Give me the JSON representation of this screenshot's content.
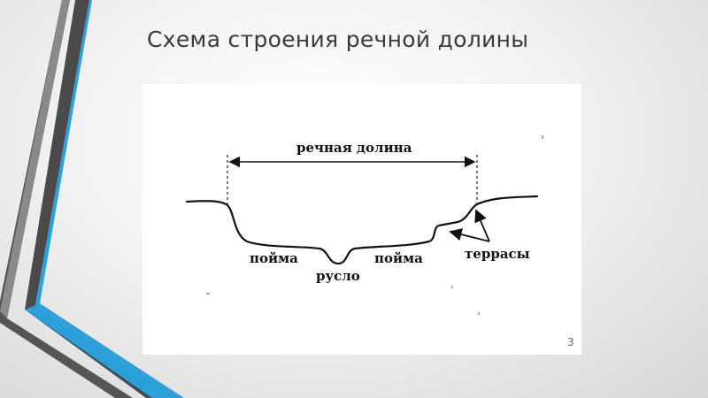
{
  "slide": {
    "title": "Схема строения речной долины",
    "page_number": "3"
  },
  "diagram": {
    "labels": {
      "valley": "речная долина",
      "floodplain_left": "пойма",
      "floodplain_right": "пойма",
      "channel": "русло",
      "terraces": "террасы"
    }
  }
}
